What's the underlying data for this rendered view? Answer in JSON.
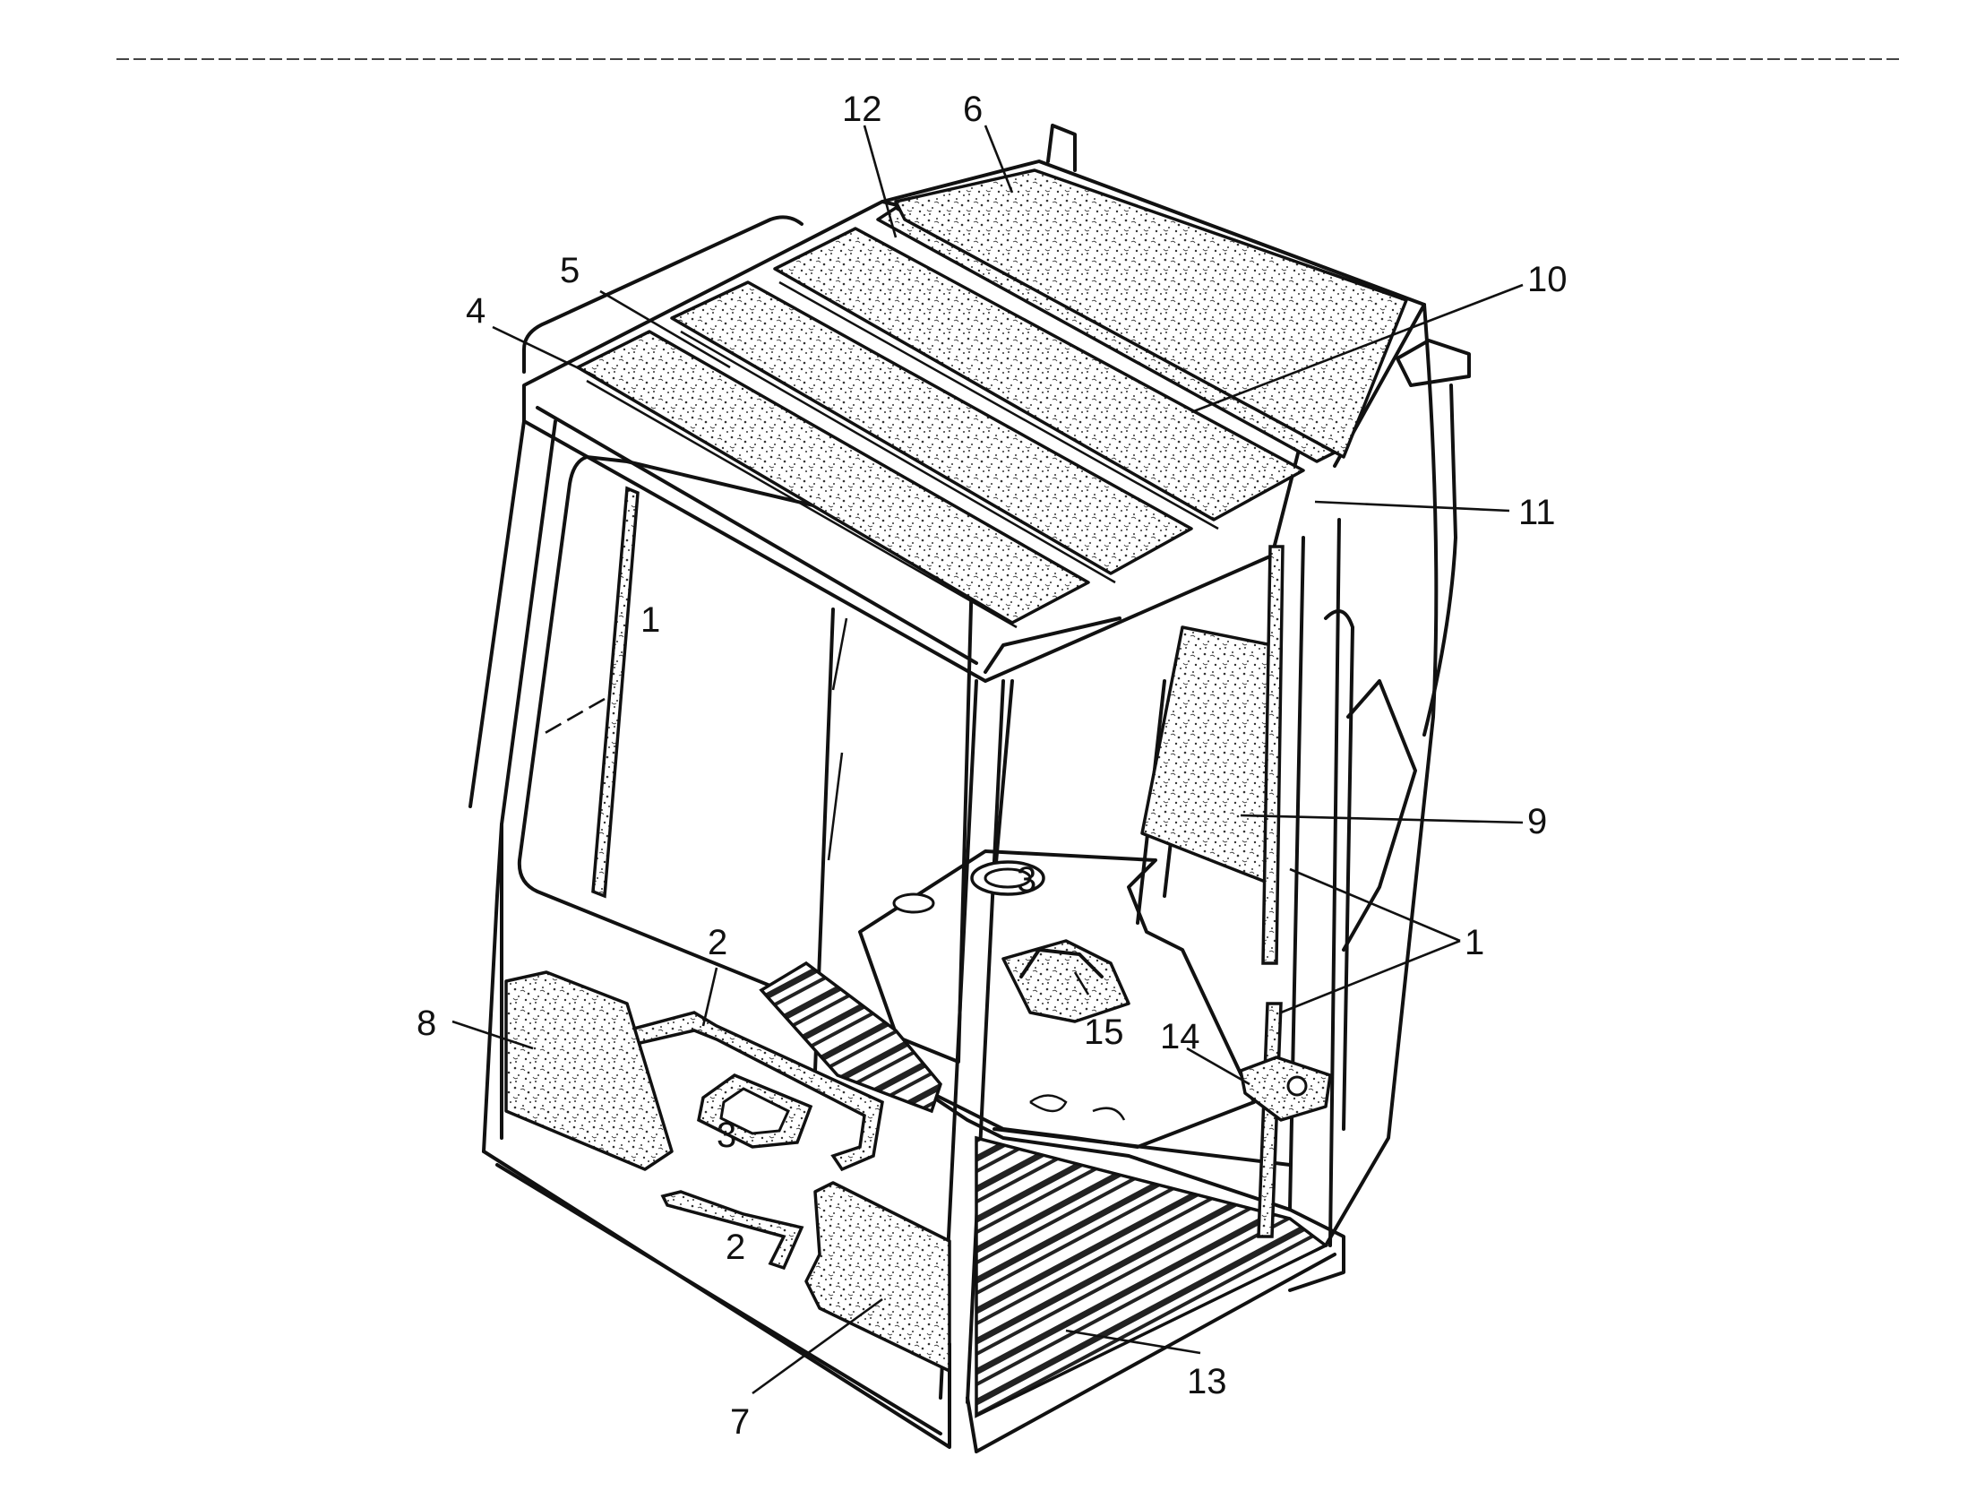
{
  "callouts": [
    {
      "id": "12",
      "text": "12"
    },
    {
      "id": "6",
      "text": "6"
    },
    {
      "id": "10",
      "text": "10"
    },
    {
      "id": "5",
      "text": "5"
    },
    {
      "id": "4",
      "text": "4"
    },
    {
      "id": "11",
      "text": "11"
    },
    {
      "id": "1a",
      "text": "1"
    },
    {
      "id": "9",
      "text": "9"
    },
    {
      "id": "3a",
      "text": "3"
    },
    {
      "id": "2a",
      "text": "2"
    },
    {
      "id": "1b",
      "text": "1"
    },
    {
      "id": "8",
      "text": "8"
    },
    {
      "id": "15",
      "text": "15"
    },
    {
      "id": "14",
      "text": "14"
    },
    {
      "id": "3b",
      "text": "3"
    },
    {
      "id": "2b",
      "text": "2"
    },
    {
      "id": "13",
      "text": "13"
    },
    {
      "id": "7",
      "text": "7"
    }
  ]
}
